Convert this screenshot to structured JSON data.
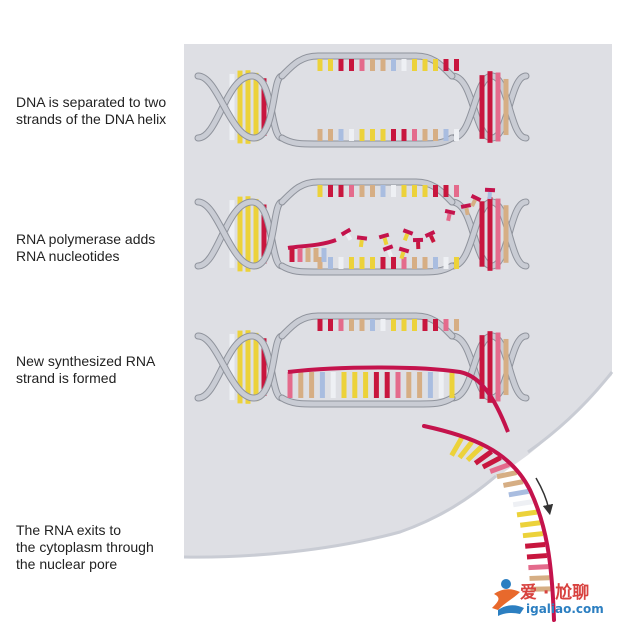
{
  "steps": [
    {
      "lines": [
        "DNA is separated to two",
        "strands of the DNA helix"
      ]
    },
    {
      "lines": [
        "RNA polymerase adds",
        "RNA nucleotides"
      ]
    },
    {
      "lines": [
        "New synthesized RNA",
        "strand is formed"
      ]
    },
    {
      "lines": [
        "The RNA exits to",
        "the cytoplasm through",
        "the nuclear pore"
      ]
    }
  ],
  "watermark": {
    "text": "爱 · 尬聊",
    "url": "igaliao.com"
  },
  "colors": {
    "nucleus": "#dedfe4",
    "strand": "#c9ccd4",
    "strand_edge": "#8f939c",
    "rna": "#c4134c",
    "base_yellow": "#ecd23a",
    "base_red": "#c8163e",
    "base_tan": "#d6ae84",
    "base_white": "#eef0f4",
    "base_pink": "#e46b8c",
    "base_blue": "#a9bde0"
  },
  "icons": [
    "helix-icon",
    "rna-strand-icon",
    "nucleotide-icon",
    "export-arrow-icon",
    "watermark-logo-icon"
  ]
}
